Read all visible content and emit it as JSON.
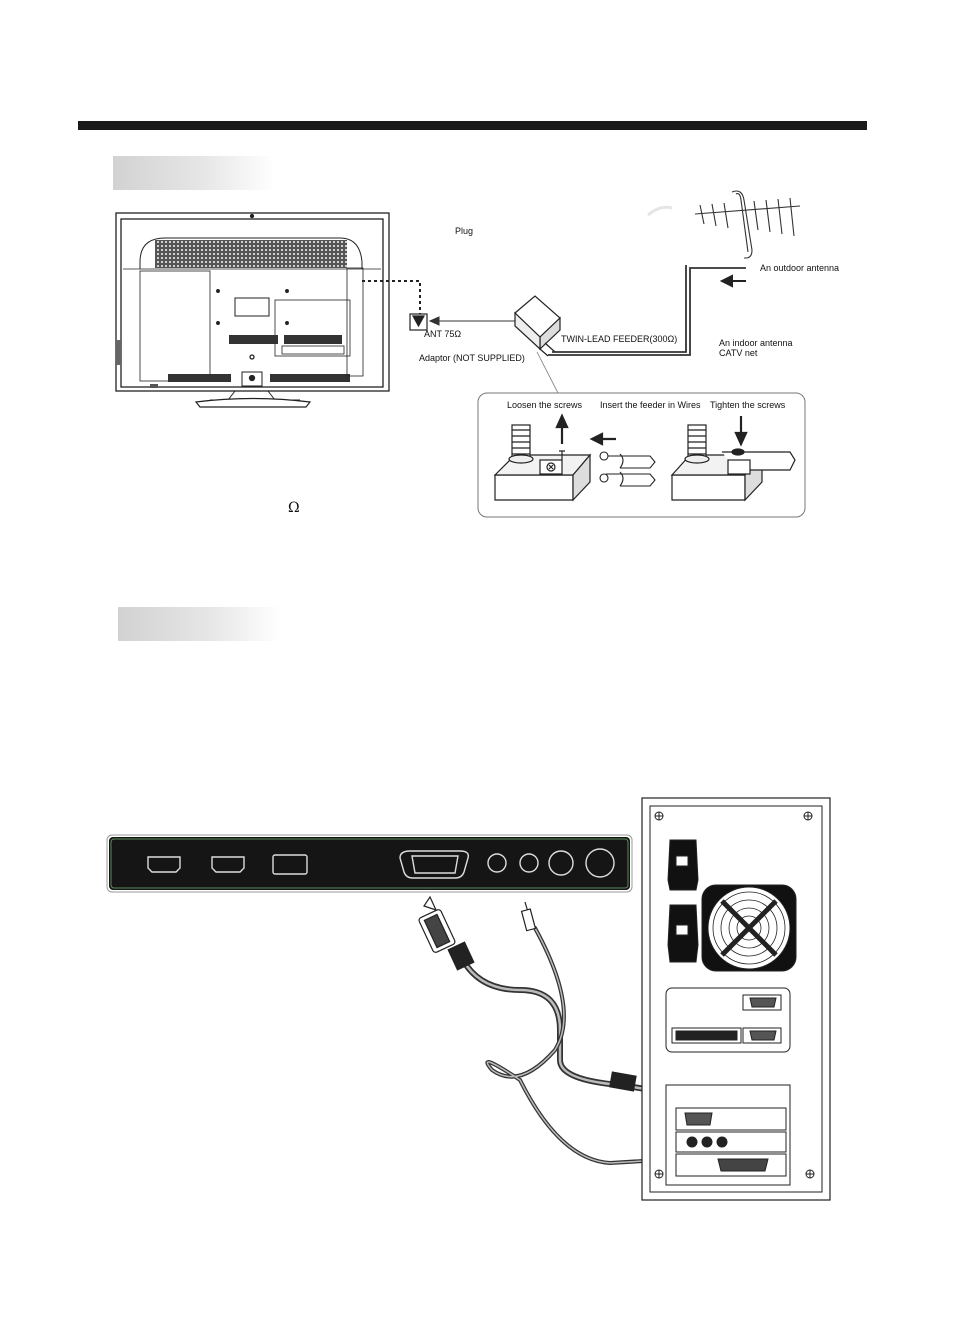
{
  "antenna_section": {
    "labels": {
      "plug": "Plug",
      "outdoor_antenna": "An outdoor antenna",
      "ant_75": "ANT 75Ω",
      "twin_lead": "TWIN-LEAD FEEDER(300Ω)",
      "indoor_antenna": "An indoor antenna",
      "catv_net": "CATV net",
      "adaptor": "Adaptor  (NOT SUPPLIED)",
      "loosen": "Loosen the screws",
      "insert": "Insert the feeder in Wires",
      "tighten": "Tighten the screws",
      "omega": "Ω"
    }
  }
}
